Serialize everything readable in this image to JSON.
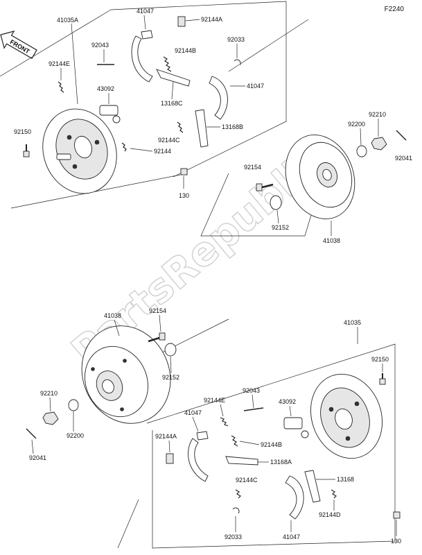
{
  "figure_code": "F2240",
  "front_label": "FRONT",
  "watermark": "PartsRepublik",
  "top_assembly": {
    "labels": {
      "backplate_assy": "41035A",
      "shoe_top": "41047",
      "clip_top": "92144A",
      "pin": "92043",
      "spring_b": "92144B",
      "clip_33": "92033",
      "spring_e": "92144E",
      "wheel_cylinder": "43092",
      "shoe_right": "41047",
      "lever_c": "13168C",
      "lever_b": "13168B",
      "spring_c": "92144C",
      "spring": "92144",
      "bolt_backplate": "92150",
      "bolt_130": "130",
      "nut": "92210",
      "washer": "92200",
      "cotter_pin": "92041",
      "stud": "92154",
      "seal": "92152",
      "drum": "41038"
    }
  },
  "bottom_assembly": {
    "labels": {
      "drum": "41038",
      "stud": "92154",
      "seal": "92152",
      "backplate_assy": "41035",
      "nut": "92210",
      "washer": "92200",
      "cotter_pin": "92041",
      "bolt_backplate": "92150",
      "pin": "92043",
      "spring_e": "92144E",
      "wheel_cylinder": "43092",
      "shoe_left": "41047",
      "clip_a": "92144A",
      "spring_b": "92144B",
      "lever_a": "13168A",
      "lever": "13168",
      "spring_c": "92144C",
      "spring_d": "92144D",
      "clip_33": "92033",
      "shoe_bottom": "41047",
      "bolt_130": "130"
    }
  }
}
